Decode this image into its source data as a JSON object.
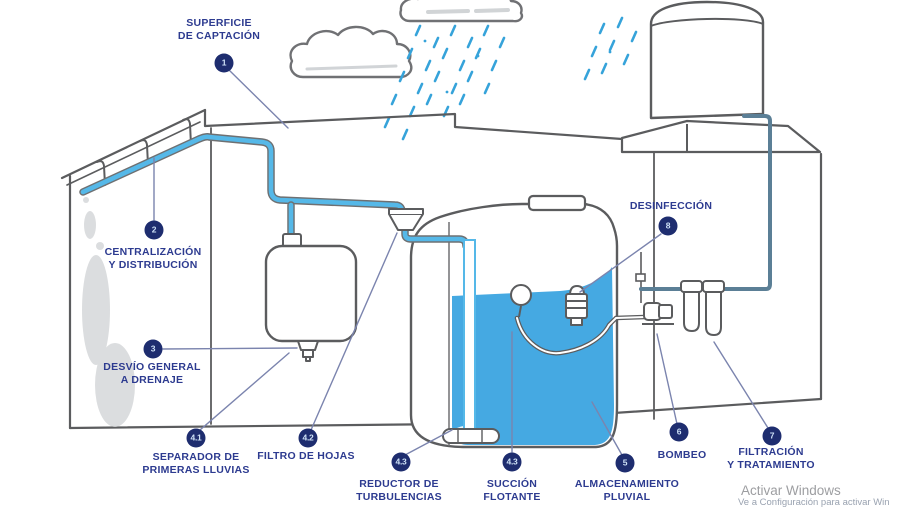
{
  "diagram": {
    "labels": [
      {
        "id": "superficie-de-captacion",
        "badge": "1",
        "lines": [
          "SUPERFICIE",
          "DE CAPTACIÓN"
        ]
      },
      {
        "id": "centralizacion-y-distribucion",
        "badge": "2",
        "lines": [
          "CENTRALIZACIÓN",
          "Y DISTRIBUCIÓN"
        ]
      },
      {
        "id": "desvio-general-a-drenaje",
        "badge": "3",
        "lines": [
          "DESVÍO GENERAL",
          "A DRENAJE"
        ]
      },
      {
        "id": "separador-de-primeras-lluvias",
        "badge": "4.1",
        "lines": [
          "SEPARADOR DE",
          "PRIMERAS LLUVIAS"
        ]
      },
      {
        "id": "filtro-de-hojas",
        "badge": "4.2",
        "lines": [
          "FILTRO DE HOJAS"
        ]
      },
      {
        "id": "reductor-de-turbulencias",
        "badge": "4.3",
        "lines": [
          "REDUCTOR DE",
          "TURBULENCIAS"
        ]
      },
      {
        "id": "succion-flotante",
        "badge": "4.3",
        "lines": [
          "SUCCIÓN",
          "FLOTANTE"
        ]
      },
      {
        "id": "almacenamiento-pluvial",
        "badge": "5",
        "lines": [
          "ALMACENAMIENTO",
          "PLUVIAL"
        ]
      },
      {
        "id": "bombeo",
        "badge": "6",
        "lines": [
          "BOMBEO"
        ]
      },
      {
        "id": "filtracion-y-tratamiento",
        "badge": "7",
        "lines": [
          "FILTRACIÓN",
          "Y TRATAMIENTO"
        ]
      },
      {
        "id": "desinfeccion",
        "badge": "8",
        "lines": [
          "DESINFECCIÓN"
        ]
      }
    ]
  },
  "watermark": {
    "line1": "Activar Windows",
    "line2": "Ve a Configuración para activar Win"
  },
  "colors": {
    "background": "#ffffff",
    "label_text": "#2d3b90",
    "badge_bg": "#1e2d6f",
    "badge_text": "#cfe2f7",
    "leader": "#7b84ae",
    "outline": "#5b5c5e",
    "outline_soft": "#707174",
    "pipe": "#55b8e8",
    "pipe_edge": "#6e7072",
    "water": "#45a9e2",
    "rain": "#36a3da",
    "dark_pipe": "#5b7f96",
    "stain": "#d3d5d7",
    "cloud_shade": "#c9cdd0",
    "watermark_title": "#9d9ea1",
    "watermark_subtitle": "#99a2b0"
  }
}
